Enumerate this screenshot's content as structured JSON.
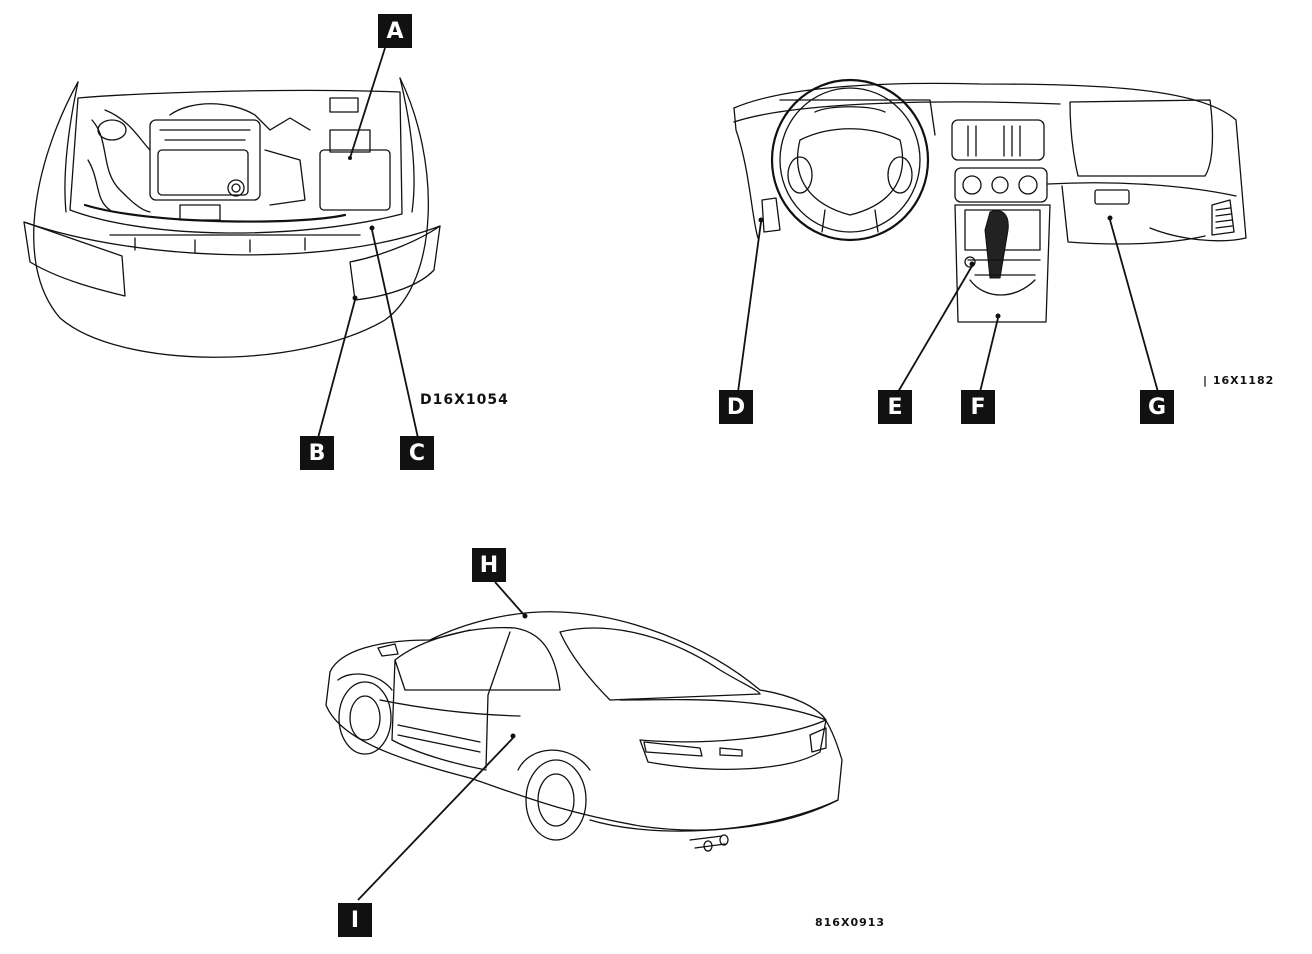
{
  "callouts": {
    "a": "A",
    "b": "B",
    "c": "C",
    "d": "D",
    "e": "E",
    "f": "F",
    "g": "G",
    "h": "H",
    "i": "I"
  },
  "figure_codes": {
    "engine": "D16X1054",
    "dashboard": "16X1182",
    "car": "816X0913"
  },
  "colors": {
    "ink": "#111111",
    "paper": "#ffffff"
  }
}
